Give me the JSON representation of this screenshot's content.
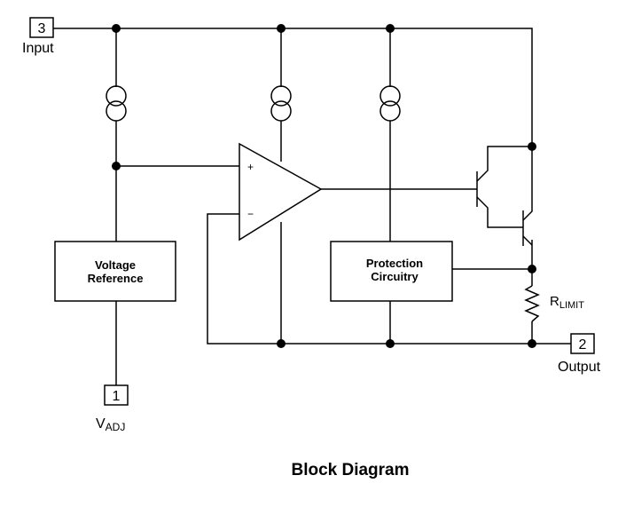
{
  "title": "Block Diagram",
  "pins": {
    "input": {
      "number": "3",
      "label": "Input"
    },
    "output": {
      "number": "2",
      "label": "Output"
    },
    "adj": {
      "number": "1",
      "label": "V",
      "subscript": "ADJ"
    }
  },
  "blocks": {
    "voltage_reference": {
      "line1": "Voltage",
      "line2": "Reference"
    },
    "protection_circuitry": {
      "line1": "Protection",
      "line2": "Circuitry"
    }
  },
  "opamp": {
    "plus": "+",
    "minus": "−"
  },
  "resistor": {
    "label": "R",
    "subscript": "LIMIT"
  }
}
